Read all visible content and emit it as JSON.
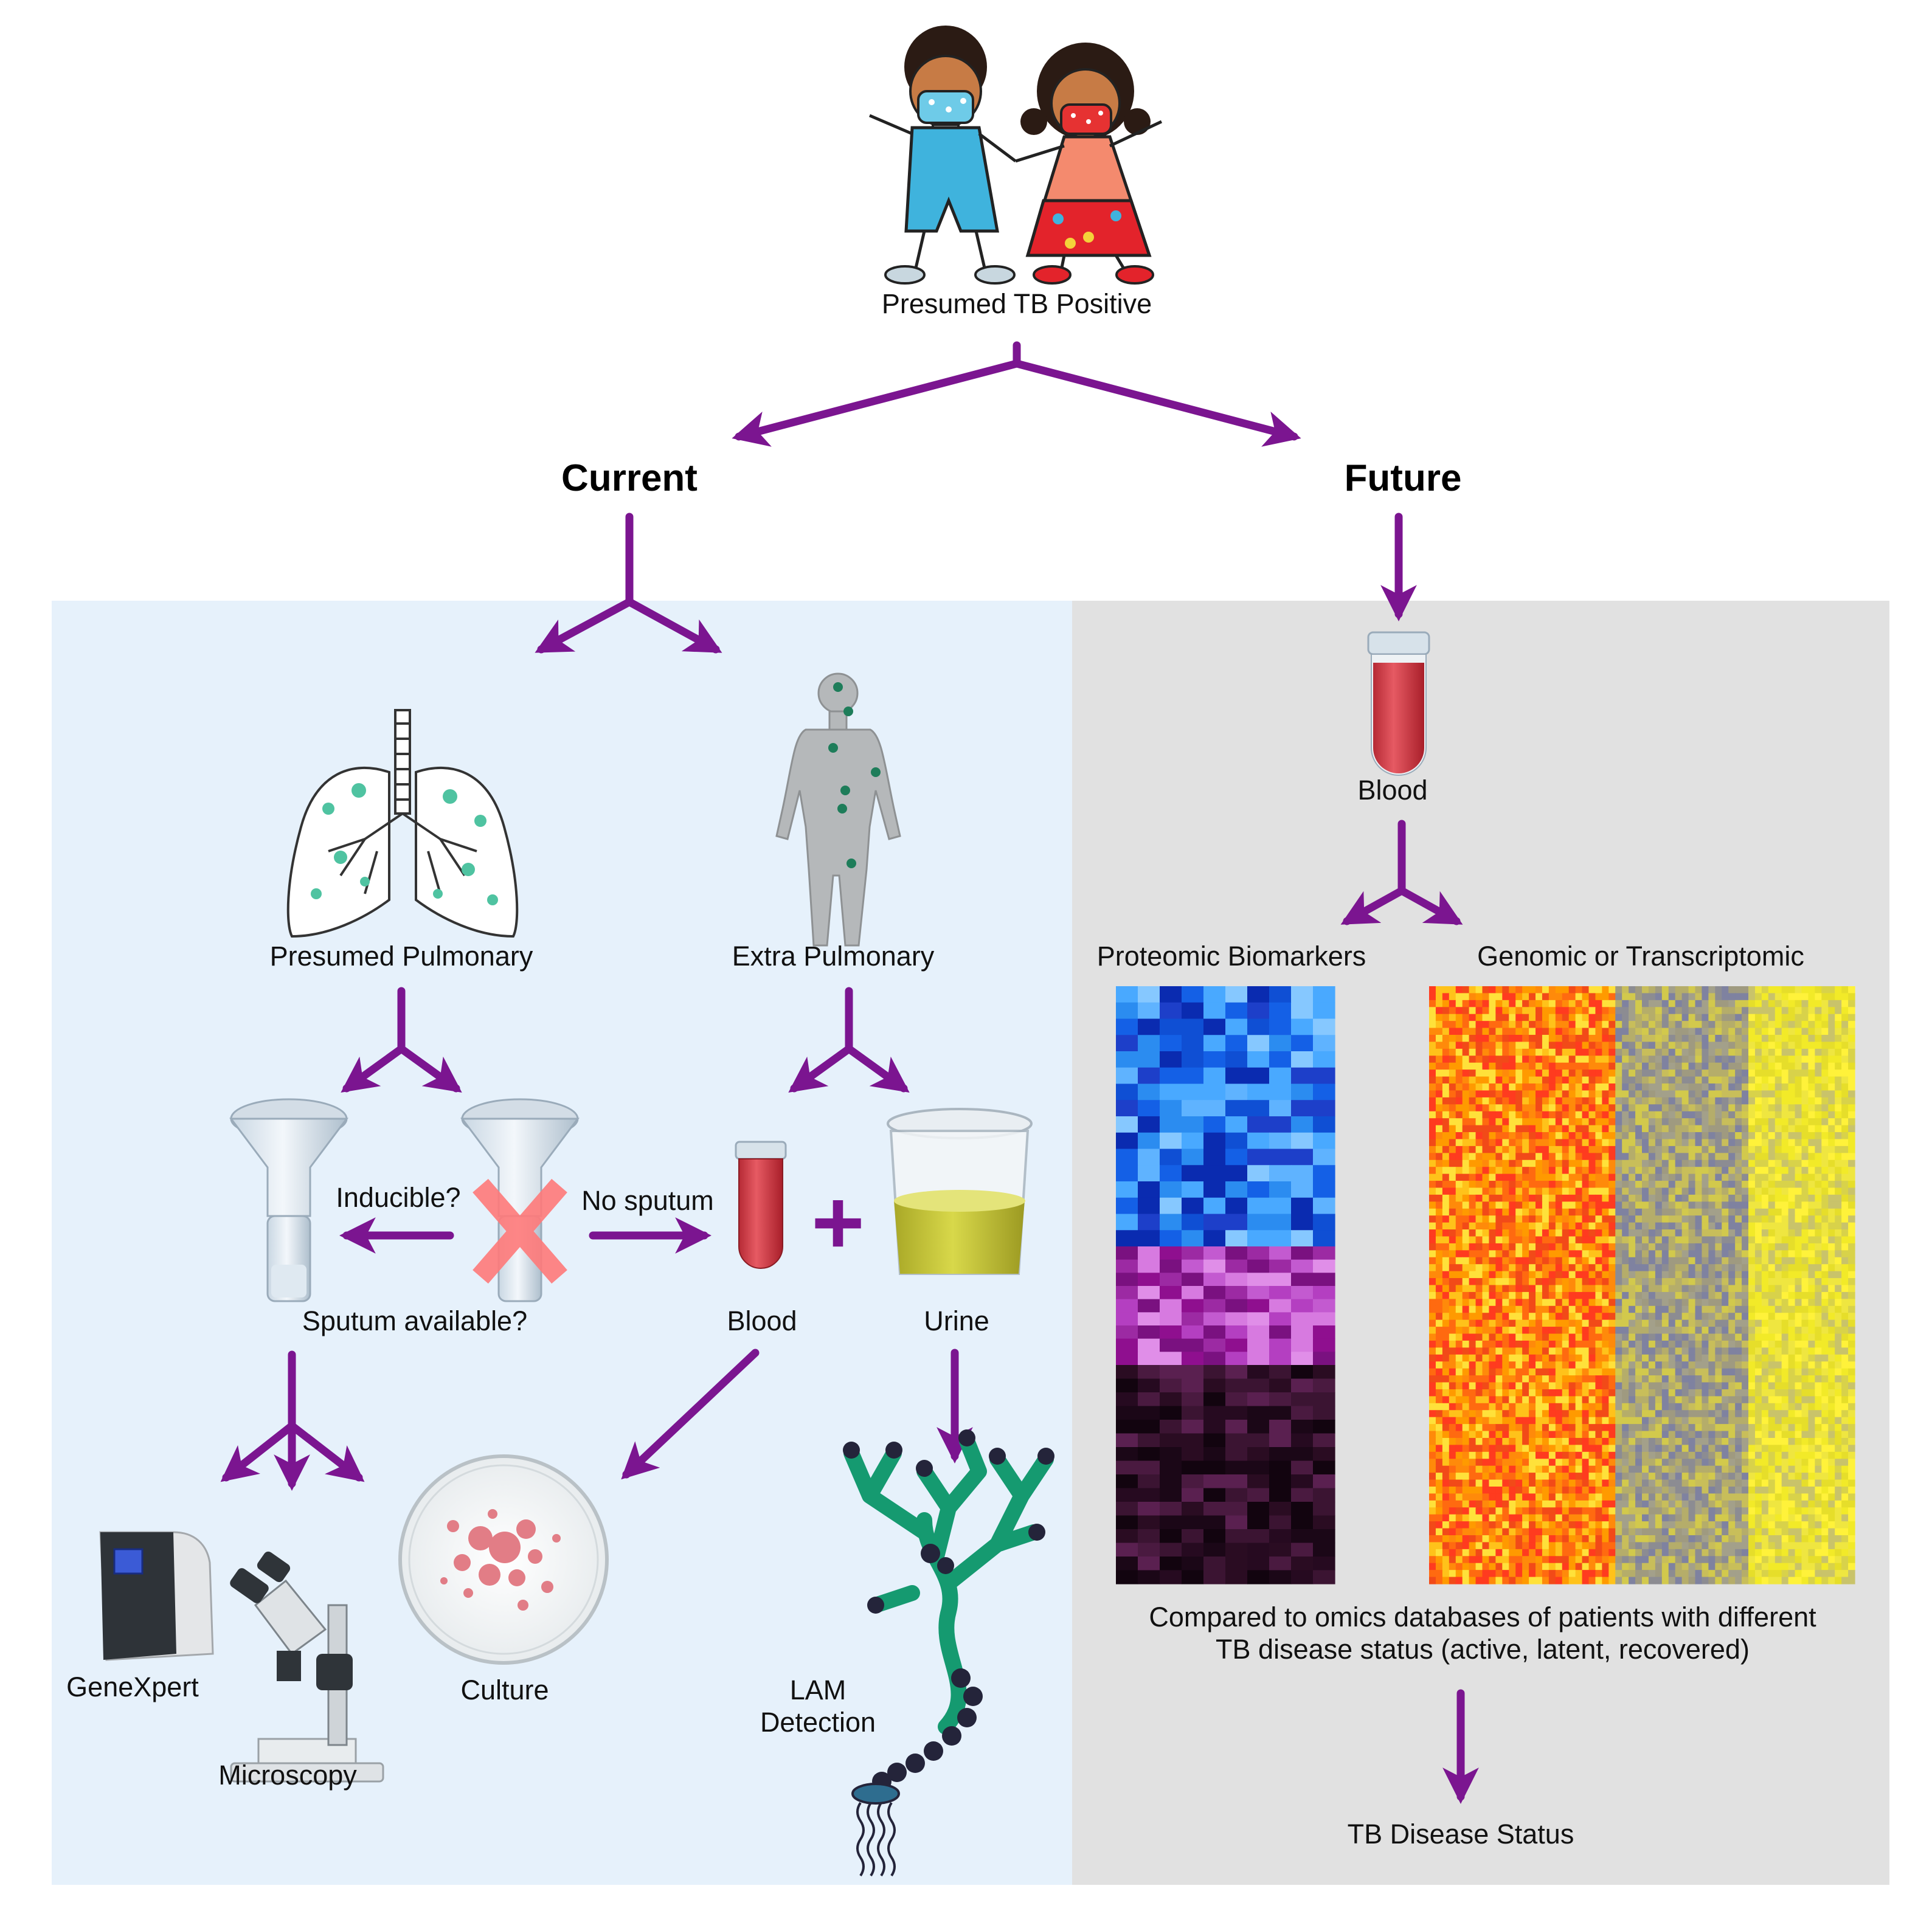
{
  "colors": {
    "arrow": "#7b1590",
    "current_panel": "#e6f1fb",
    "future_panel": "#e1e1e1",
    "blood": "#d9434c",
    "urine": "#c9c93c",
    "lam_chain": "#159a70",
    "lam_node": "#24243a",
    "cross": "#ff7a7a"
  },
  "top": {
    "label": "Presumed TB Positive"
  },
  "current": {
    "heading": "Current",
    "pulmonary_label": "Presumed Pulmonary",
    "extra_label": "Extra Pulmonary",
    "inducible_label": "Inducible?",
    "no_sputum_label": "No sputum",
    "sputum_available_label": "Sputum available?",
    "blood_label": "Blood",
    "urine_label": "Urine",
    "plus_sign": "+",
    "genexpert_label": "GeneXpert",
    "microscopy_label": "Microscopy",
    "culture_label": "Culture",
    "lam_label_line1": "LAM",
    "lam_label_line2": "Detection"
  },
  "future": {
    "heading": "Future",
    "blood_label": "Blood",
    "proteomic_label": "Proteomic Biomarkers",
    "genomic_label": "Genomic or Transcriptomic",
    "compared_line1": "Compared to omics databases of patients with different",
    "compared_line2": "TB disease status (active, latent, recovered)",
    "result_label": "TB Disease Status"
  },
  "icons": {
    "children": "children-with-masks-icon",
    "lungs": "lungs-icon",
    "body": "human-body-icon",
    "sputum_cup": "sputum-funnel-icon",
    "blood_tube": "blood-tube-icon",
    "urine_cup": "urine-cup-icon",
    "genexpert": "genexpert-machine-icon",
    "microscope": "microscope-icon",
    "petri_dish": "petri-dish-icon",
    "lam_molecule": "lam-molecule-icon",
    "red_cross": "red-x-icon"
  }
}
